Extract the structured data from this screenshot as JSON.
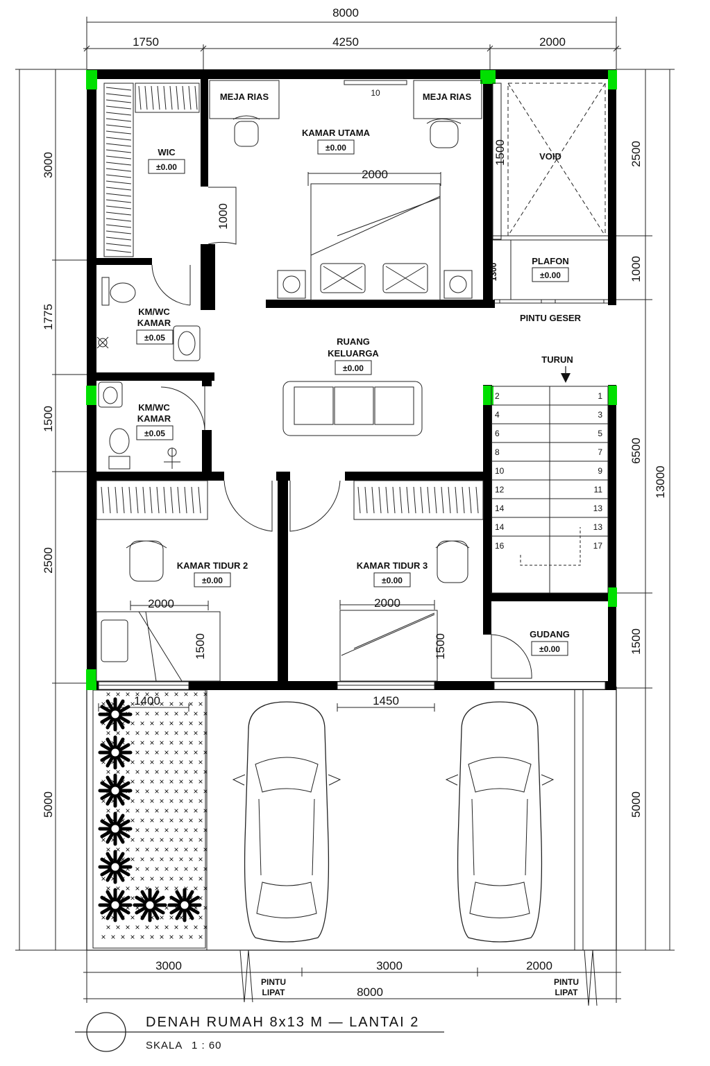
{
  "dimensions": {
    "top_total": "8000",
    "top_segments": [
      "1750",
      "4250",
      "2000"
    ],
    "bottom_segments": [
      "3000",
      "3000",
      "2000"
    ],
    "bottom_total": "8000",
    "left_segments": [
      "3000",
      "1775",
      "1500",
      "2500",
      "5000"
    ],
    "right_segments": [
      "2500",
      "1000",
      "6500",
      "1500",
      "5000"
    ],
    "right_total": "13000"
  },
  "rooms": {
    "wic": {
      "name": "WIC",
      "level": "±0.00"
    },
    "kamar_utama": {
      "name": "KAMAR UTAMA",
      "level": "±0.00"
    },
    "meja_rias_1": "MEJA RIAS",
    "meja_rias_2": "MEJA RIAS",
    "void": "VOID",
    "plafon": {
      "name": "PLAFON",
      "level": "±0.00"
    },
    "pintu_geser": "PINTU GESER",
    "kmwc_1": {
      "name_line1": "KM/WC",
      "name_line2": "KAMAR",
      "level": "±0.05"
    },
    "kmwc_2": {
      "name_line1": "KM/WC",
      "name_line2": "KAMAR",
      "level": "±0.05"
    },
    "ruang_keluarga": {
      "name_line1": "RUANG",
      "name_line2": "KELUARGA",
      "level": "±0.00"
    },
    "turun": "TURUN",
    "kamar_tidur_2": {
      "name": "KAMAR TIDUR 2",
      "level": "±0.00"
    },
    "kamar_tidur_3": {
      "name": "KAMAR TIDUR 3",
      "level": "±0.00"
    },
    "gudang": {
      "name": "GUDANG",
      "level": "±0.00"
    }
  },
  "inner_dims": {
    "bed_main_width": "2000",
    "corridor_door": "1000",
    "void_depth": "1500",
    "plafon_wall": "1300",
    "top_wall_mark": "10",
    "bed2_width": "2000",
    "bed2_length": "1500",
    "bed3_width": "2000",
    "bed3_length": "1500",
    "window_kt2": "1400",
    "window_kt3": "1450"
  },
  "stairs": {
    "left": [
      "2",
      "4",
      "6",
      "8",
      "10",
      "12",
      "14",
      "14",
      "16"
    ],
    "right": [
      "1",
      "3",
      "5",
      "7",
      "9",
      "11",
      "13",
      "13",
      "17"
    ]
  },
  "doors": {
    "folding_left": {
      "line1": "PINTU",
      "line2": "LIPAT"
    },
    "folding_right": {
      "line1": "PINTU",
      "line2": "LIPAT"
    }
  },
  "title": {
    "main": "DENAH RUMAH 8x13 M — LANTAI 2",
    "scale_label": "SKALA",
    "scale_value": "1 : 60"
  },
  "colors": {
    "wall": "#000000",
    "column_marker": "#00e000",
    "background": "#ffffff"
  }
}
